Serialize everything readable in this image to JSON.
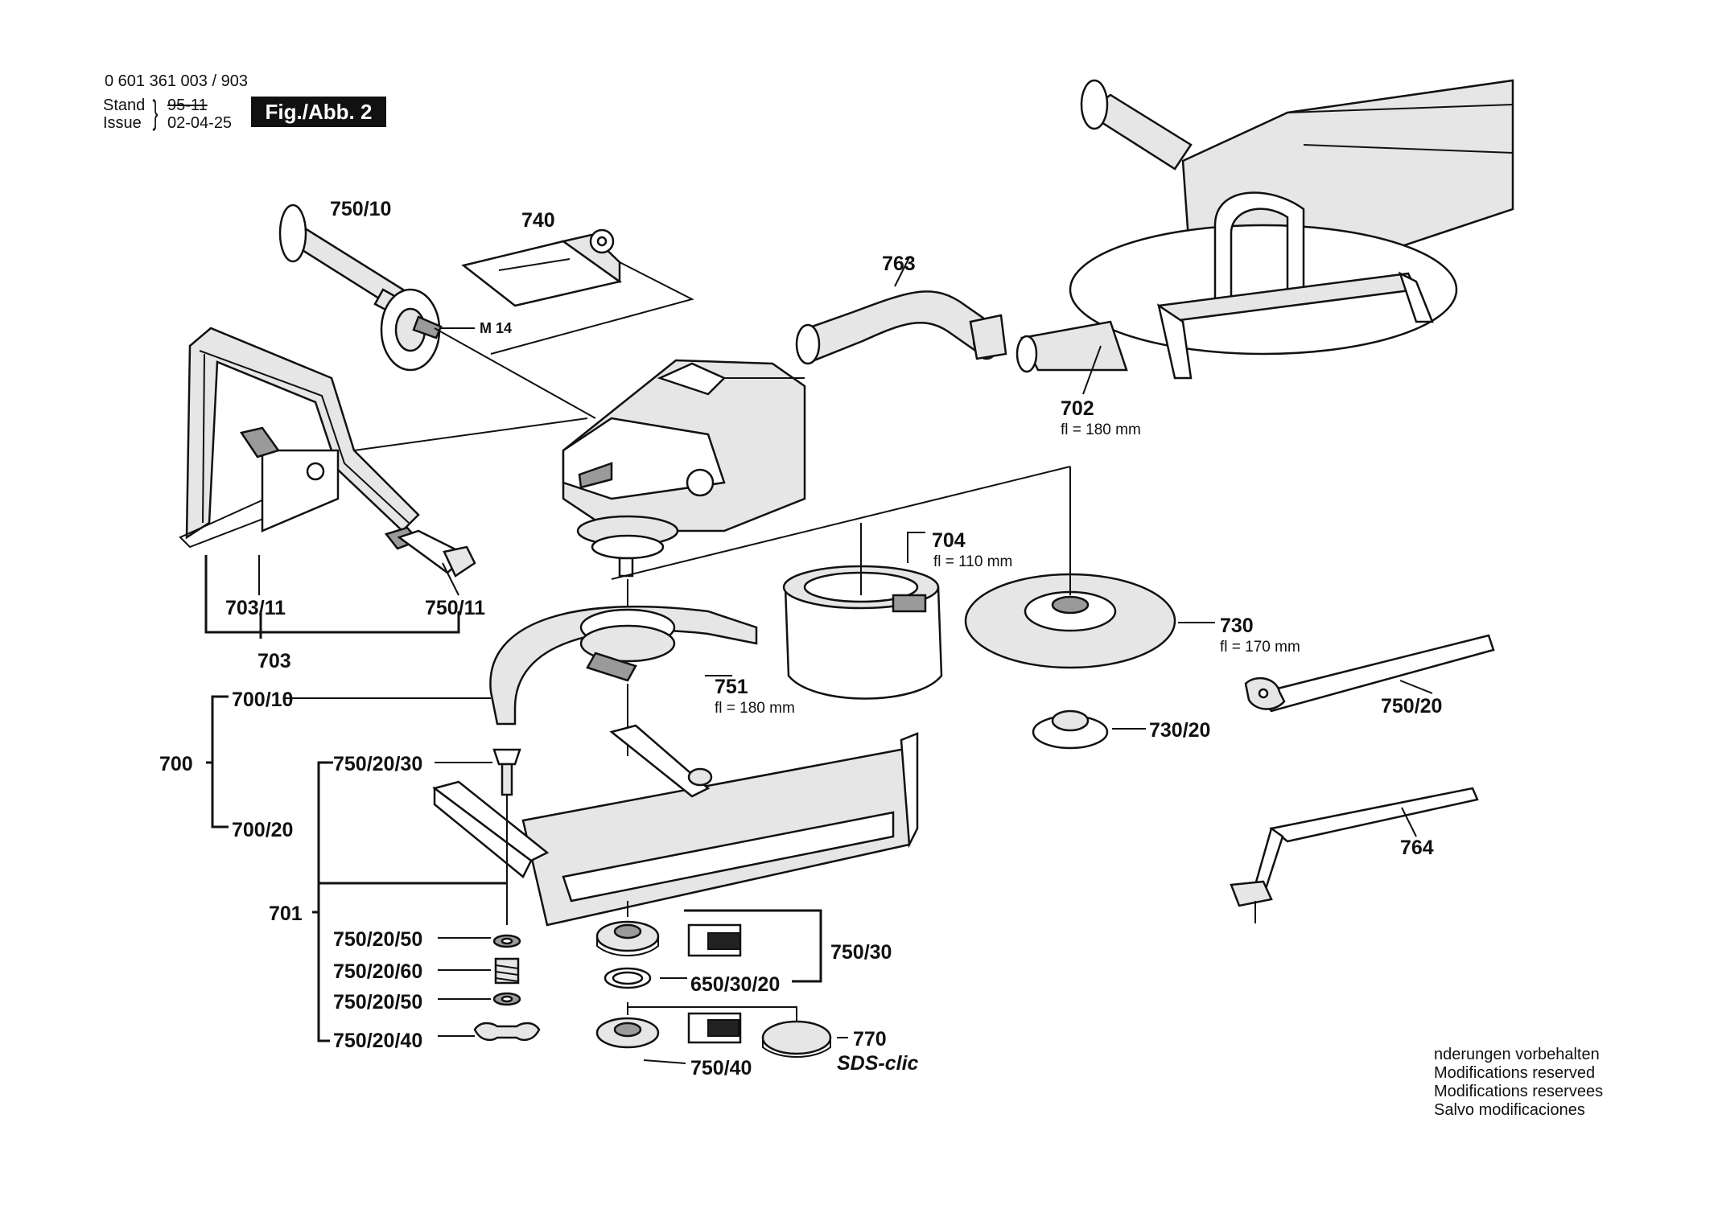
{
  "header": {
    "part_number": "0 601 361 003 / 903",
    "stand_label": "Stand",
    "stand_value": "95-11",
    "issue_label": "Issue",
    "issue_value": "02-04-25",
    "figure_label": "Fig./Abb. 2"
  },
  "labels": {
    "l750_10": "750/10",
    "l740": "740",
    "m14": "M 14",
    "l763": "763",
    "l702": "702",
    "l702_sub": "fl = 180 mm",
    "l704": "704",
    "l704_sub": "fl = 110 mm",
    "l703_11": "703/11",
    "l750_11": "750/11",
    "l703": "703",
    "l730": "730",
    "l730_sub": "fl = 170 mm",
    "l751": "751",
    "l751_sub": "fl = 180 mm",
    "l700_10": "700/10",
    "l700": "700",
    "l750_20_30": "750/20/30",
    "l700_20": "700/20",
    "l730_20": "730/20",
    "l750_20": "750/20",
    "l764": "764",
    "l701": "701",
    "l750_20_50a": "750/20/50",
    "l750_20_60": "750/20/60",
    "l750_20_50b": "750/20/50",
    "l750_20_40": "750/20/40",
    "l750_30": "750/30",
    "l650_30_20": "650/30/20",
    "l770": "770",
    "l750_40": "750/40",
    "sds": "SDS-clic"
  },
  "notes": [
    "nderungen vorbehalten",
    "Modifications reserved",
    "Modifications reservees",
    "Salvo modificaciones"
  ]
}
